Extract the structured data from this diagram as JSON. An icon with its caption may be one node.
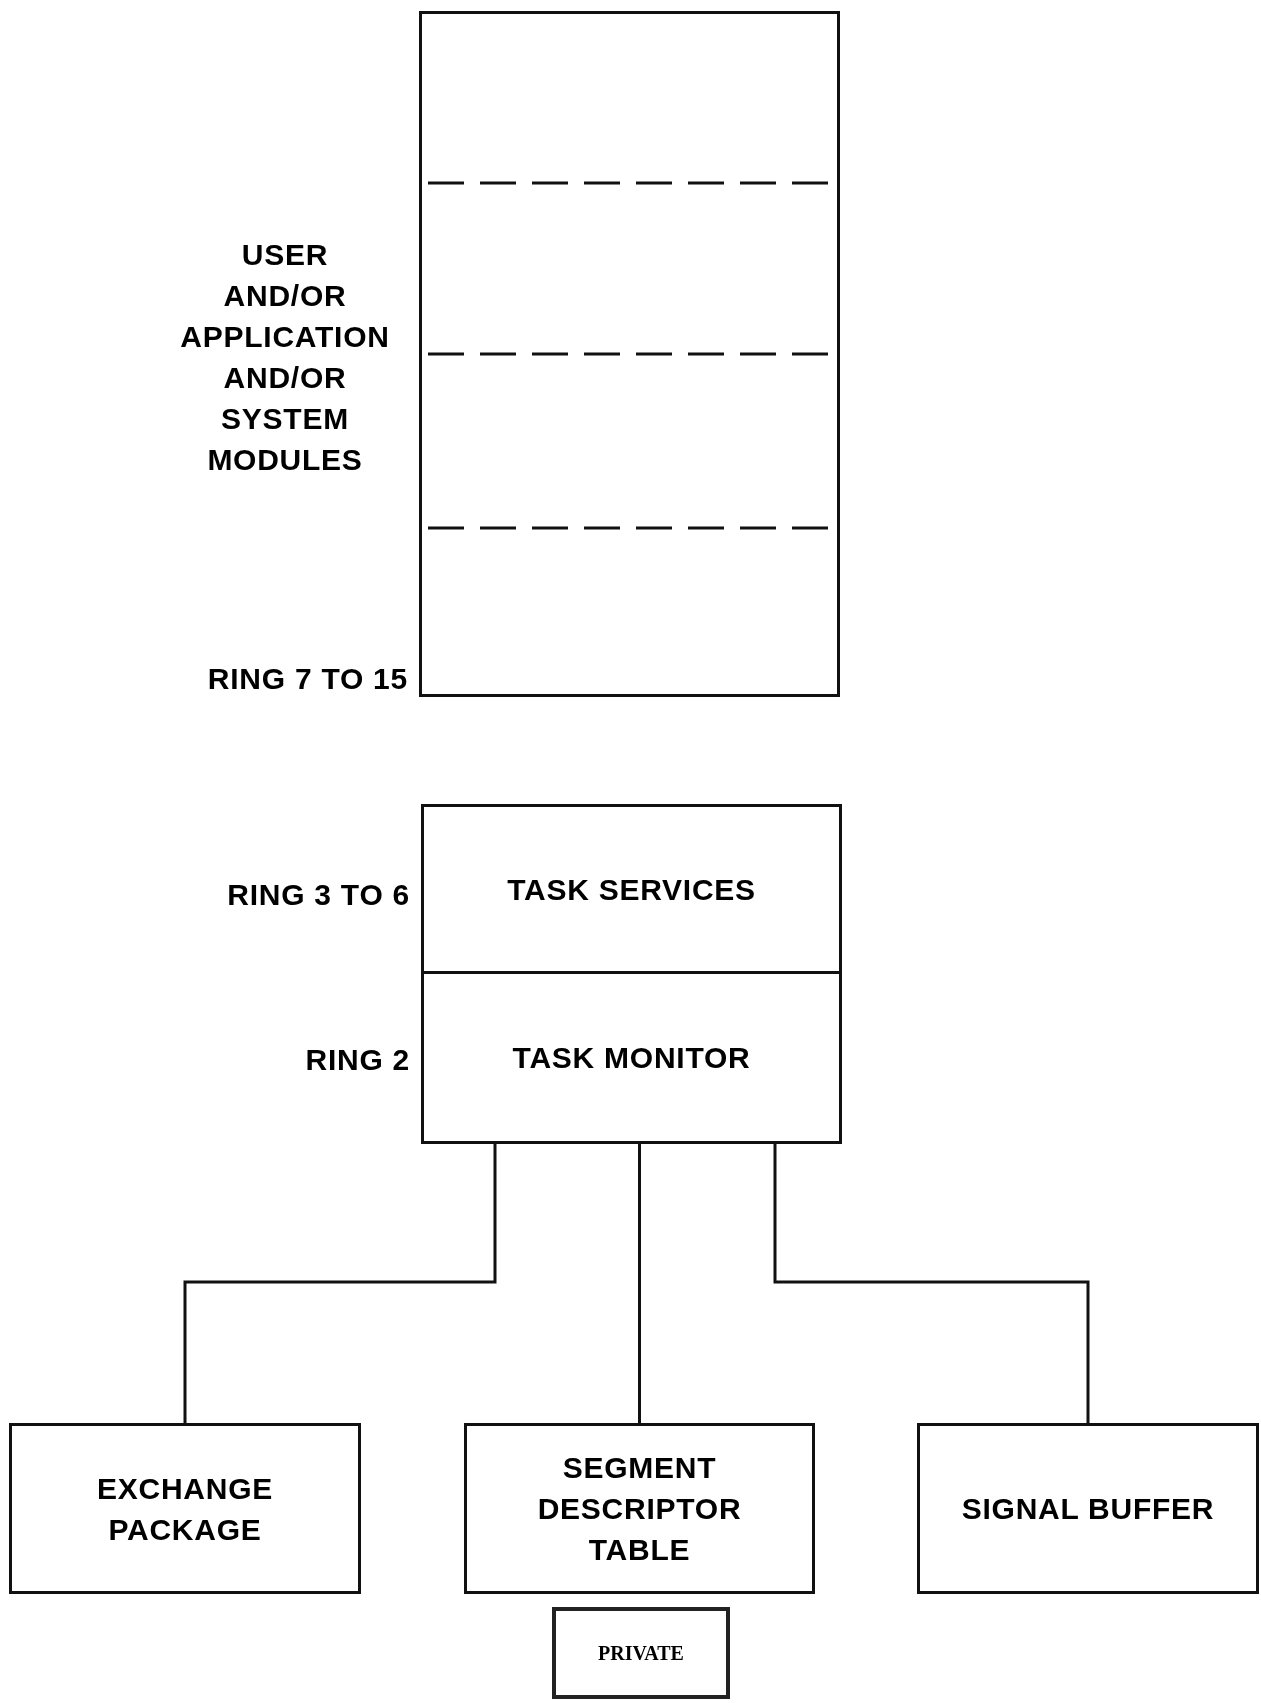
{
  "diagram": {
    "nodes": [
      {
        "text": [],
        "shape": "box",
        "beside": [
          "USER AND/OR APPLICATION AND/OR SYSTEM MODULES",
          "RING 7 TO 15"
        ]
      },
      {
        "text": [
          "TASK SERVICES"
        ],
        "beside": [
          "RING 3 TO 6"
        ]
      },
      {
        "text": [
          "TASK MONITOR"
        ],
        "beside": [
          "RING 2"
        ]
      },
      {
        "text": [
          "EXCHANGE PACKAGE"
        ]
      },
      {
        "text": [
          "SEGMENT DESCRIPTOR TABLE"
        ]
      },
      {
        "text": [
          "SIGNAL BUFFER"
        ]
      }
    ],
    "edges": [
      {
        "from": 2,
        "to": 3,
        "arrow": "none"
      },
      {
        "from": 2,
        "to": 4,
        "arrow": "none"
      },
      {
        "from": 2,
        "to": 5,
        "arrow": "none"
      }
    ],
    "labels": [
      "PRIVATE"
    ]
  }
}
